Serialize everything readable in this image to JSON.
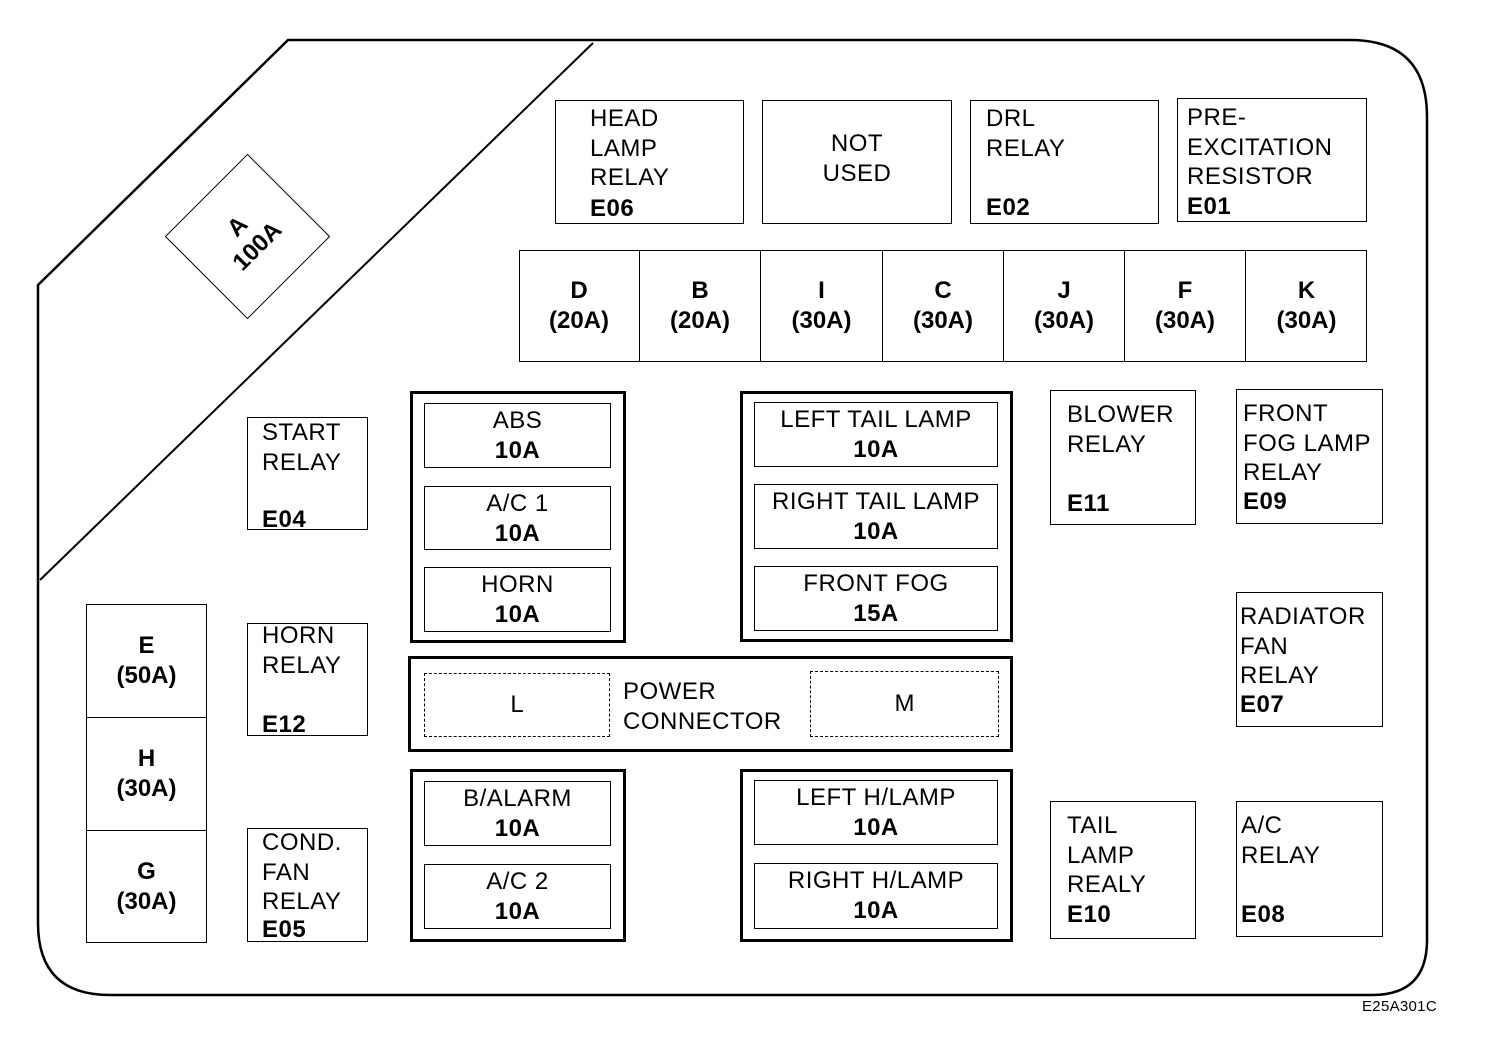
{
  "main_fuse": {
    "name": "A",
    "rating": "100A"
  },
  "top_relays": {
    "head_lamp": {
      "lines": [
        "HEAD",
        "LAMP",
        "RELAY"
      ],
      "code": "E06"
    },
    "not_used": {
      "lines": [
        "NOT",
        "USED"
      ]
    },
    "drl": {
      "lines": [
        "DRL",
        "RELAY"
      ],
      "code": "E02"
    },
    "pre_excitation": {
      "lines": [
        "PRE-",
        "EXCITATION",
        "RESISTOR"
      ],
      "code": "E01"
    }
  },
  "fuse_strip": [
    {
      "name": "D",
      "rating": "(20A)"
    },
    {
      "name": "B",
      "rating": "(20A)"
    },
    {
      "name": "I",
      "rating": "(30A)"
    },
    {
      "name": "C",
      "rating": "(30A)"
    },
    {
      "name": "J",
      "rating": "(30A)"
    },
    {
      "name": "F",
      "rating": "(30A)"
    },
    {
      "name": "K",
      "rating": "(30A)"
    }
  ],
  "left_fuses": [
    {
      "name": "E",
      "rating": "(50A)"
    },
    {
      "name": "H",
      "rating": "(30A)"
    },
    {
      "name": "G",
      "rating": "(30A)"
    }
  ],
  "relays": {
    "start": {
      "lines": [
        "START",
        "RELAY"
      ],
      "code": "E04"
    },
    "horn": {
      "lines": [
        "HORN",
        "RELAY"
      ],
      "code": "E12"
    },
    "cond_fan": {
      "lines": [
        "COND.",
        "FAN",
        "RELAY"
      ],
      "code": "E05"
    },
    "blower": {
      "lines": [
        "BLOWER",
        "RELAY"
      ],
      "code": "E11"
    },
    "front_fog": {
      "lines": [
        "FRONT",
        "FOG LAMP",
        "RELAY"
      ],
      "code": "E09"
    },
    "radiator_fan": {
      "lines": [
        "RADIATOR",
        "FAN",
        "RELAY"
      ],
      "code": "E07"
    },
    "tail_lamp": {
      "lines": [
        "TAIL",
        "LAMP",
        "REALY"
      ],
      "code": "E10"
    },
    "ac": {
      "lines": [
        "A/C",
        "RELAY"
      ],
      "code": "E08"
    }
  },
  "mini_fuses": {
    "group1": [
      {
        "name": "ABS",
        "rating": "10A"
      },
      {
        "name": "A/C 1",
        "rating": "10A"
      },
      {
        "name": "HORN",
        "rating": "10A"
      }
    ],
    "group2": [
      {
        "name": "LEFT TAIL LAMP",
        "rating": "10A"
      },
      {
        "name": "RIGHT TAIL LAMP",
        "rating": "10A"
      },
      {
        "name": "FRONT FOG",
        "rating": "15A"
      }
    ],
    "group3": [
      {
        "name": "B/ALARM",
        "rating": "10A"
      },
      {
        "name": "A/C 2",
        "rating": "10A"
      }
    ],
    "group4": [
      {
        "name": "LEFT H/LAMP",
        "rating": "10A"
      },
      {
        "name": "RIGHT H/LAMP",
        "rating": "10A"
      }
    ]
  },
  "power_connector": {
    "lines": [
      "POWER",
      "CONNECTOR"
    ],
    "left": "L",
    "right": "M"
  },
  "figure_id": "E25A301C"
}
